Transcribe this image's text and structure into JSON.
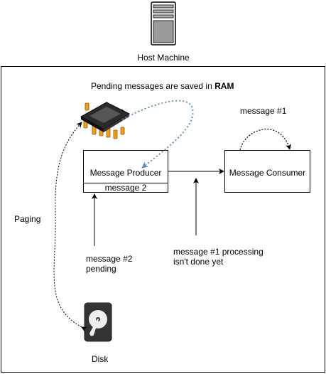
{
  "host": {
    "label": "Host Machine",
    "icon": "server-tower-icon"
  },
  "ram": {
    "caption_prefix": "Pending messages are saved in ",
    "caption_bold": "RAM",
    "icon": "ram-chip-icon"
  },
  "producer": {
    "label": "Message Producer",
    "queued_item": "message 2"
  },
  "consumer": {
    "label": "Message Consumer",
    "loop_label": "message #1"
  },
  "notes": {
    "pending_line1": "message #2",
    "pending_line2": "pending",
    "processing_line1": "message #1 processing",
    "processing_line2": "isn't done yet"
  },
  "paging": {
    "label": "Paging"
  },
  "disk": {
    "label": "Disk",
    "icon": "hard-disk-icon"
  },
  "colors": {
    "ram_arrow": "#6C8EBF",
    "stroke": "#000000"
  }
}
